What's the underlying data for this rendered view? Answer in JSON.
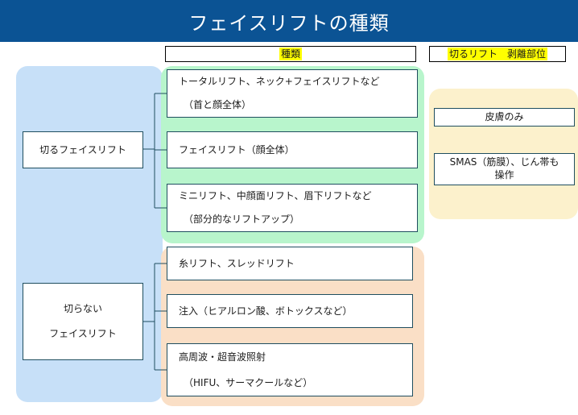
{
  "title": "フェイスリフトの種類",
  "headers": {
    "types": "種類",
    "cut_site": "切るリフト　剥離部位"
  },
  "categories": {
    "cutting": "切るフェイスリフト",
    "non_cutting_line1": "切らない",
    "non_cutting_line2": "フェイスリフト"
  },
  "cutting_types": [
    {
      "line1": "トータルリフト、ネック+フェイスリフトなど",
      "line2": "（首と顔全体）"
    },
    {
      "line1": "フェイスリフト（顔全体）"
    },
    {
      "line1": "ミニリフト、中顔面リフト、眉下リフトなど",
      "line2": "（部分的なリフトアップ）"
    }
  ],
  "noncutting_types": [
    {
      "line1": "糸リフト、スレッドリフト"
    },
    {
      "line1": "注入（ヒアルロン酸、ボトックスなど）"
    },
    {
      "line1": "高周波・超音波照射",
      "line2": "（HIFU、サーマクールなど）"
    }
  ],
  "sites": [
    {
      "line1": "皮膚のみ"
    },
    {
      "line1": "SMAS（筋膜）、じん帯も",
      "line2": "操作"
    }
  ],
  "colors": {
    "banner": "#0b5394",
    "highlight": "#ffff00",
    "cutting_panel": "#c7e0f8",
    "cutting_types_panel": "#b8f5cc",
    "noncutting_types_panel": "#fadfc6",
    "site_panel": "#fcf1cc"
  }
}
